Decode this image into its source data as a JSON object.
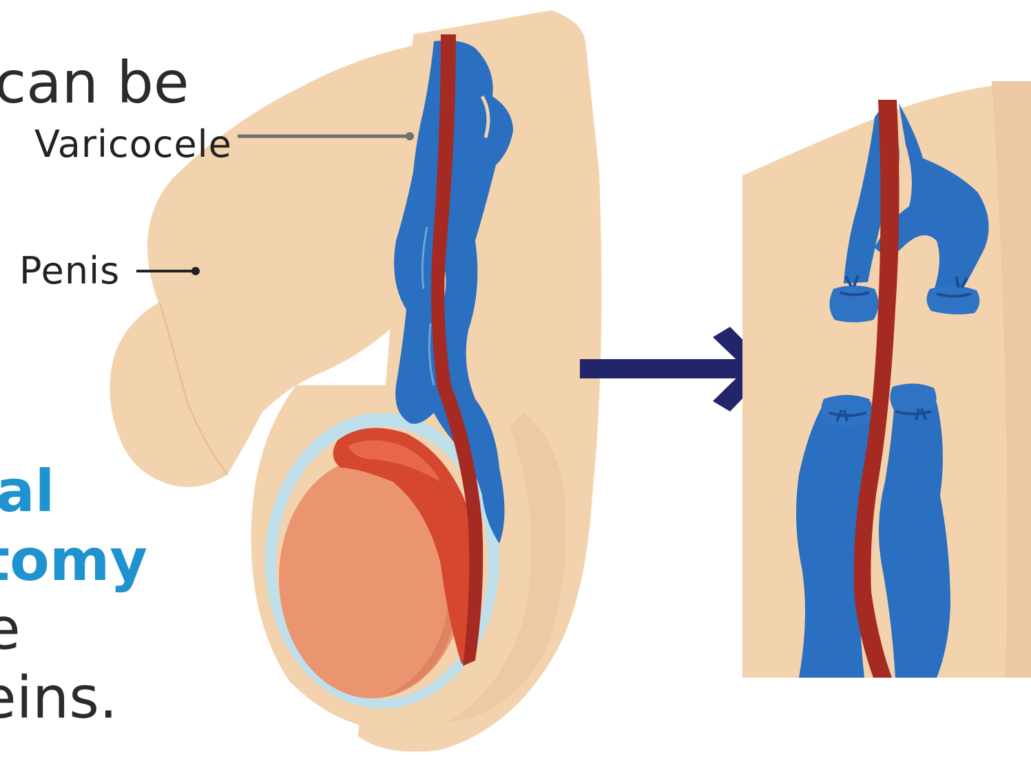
{
  "slide_text": {
    "line_1": "can be",
    "line_2": "al",
    "line_3": "tomy",
    "line_4": "e",
    "line_5": "eins."
  },
  "labels": {
    "varicocele": "Varicocele",
    "penis": "Penis"
  },
  "colors": {
    "skin": "#f2d2ad",
    "skin_shadow": "#e8c39b",
    "vein": "#2a6fc0",
    "artery": "#a52a22",
    "testis": "#e9936a",
    "epididymis": "#d3462e",
    "tunica": "#b9dde9",
    "arrow": "#22256a",
    "accent_text": "#1f93cf"
  }
}
